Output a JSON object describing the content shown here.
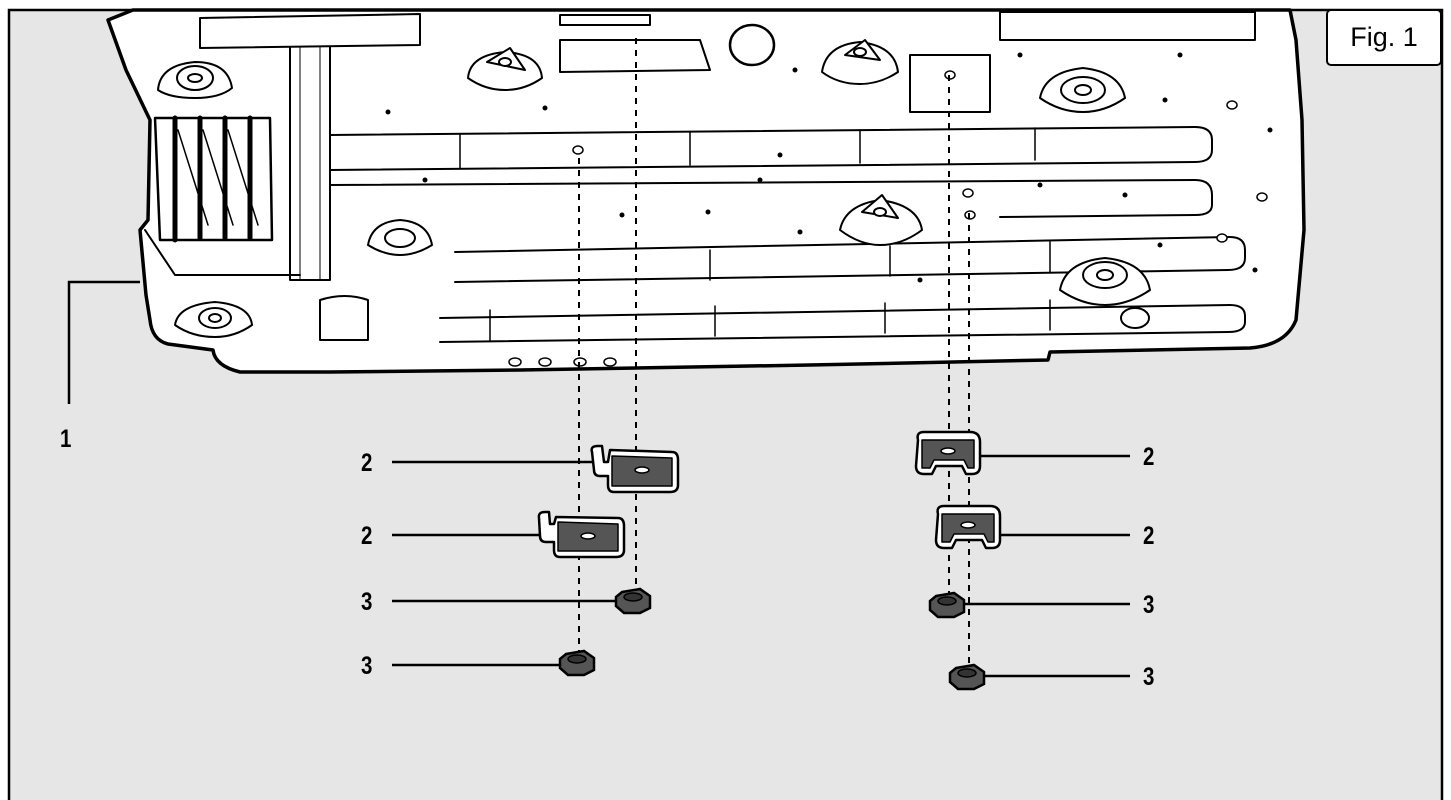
{
  "figure": {
    "label": "Fig. 1"
  },
  "callouts": {
    "housing": "1",
    "clip_upper_left": "2",
    "clip_lower_left": "2",
    "clip_upper_right": "2",
    "clip_lower_right": "2",
    "nut_upper_left": "3",
    "nut_lower_left": "3",
    "nut_upper_right": "3",
    "nut_lower_right": "3"
  },
  "colors": {
    "background_panel": "#e6e6e6",
    "part_fill": "#ffffff",
    "line": "#000000",
    "component_dark": "#555555"
  }
}
